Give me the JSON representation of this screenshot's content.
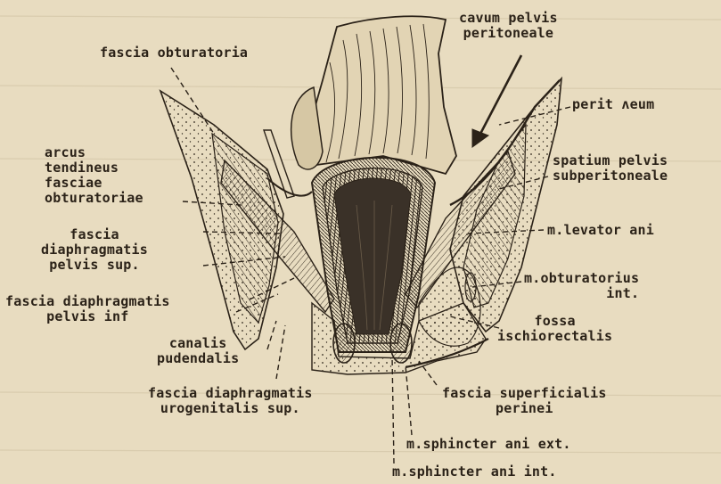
{
  "labels": {
    "fascia_obturatoria": "fascia obturatoria",
    "cavum_pelvis_peritoneale": "cavum pelvis\nperitoneale",
    "peritoneum": "perit ʌeum",
    "arcus_tendineus": "arcus\ntendineus\nfasciae\nobturatoriae",
    "spatium_pelvis": "spatium pelvis\nsubperitoneale",
    "fascia_diaphragmatis_sup": "fascia\ndiaphragmatis\npelvis sup.",
    "m_levator_ani": "m.levator ani",
    "m_obturatorius_int": "m.obturatorius\nint.",
    "fascia_diaphragmatis_inf": "fascia diaphragmatis\npelvis inf",
    "fossa_ischiorectalis": "fossa\nischiorectalis",
    "canalis_pudendalis": "canalis\npudendalis",
    "fascia_diaphragmatis_urogenitalis": "fascia diaphragmatis\nurogenitalis sup.",
    "fascia_superficialis_perinei": "fascia superficialis\nperinei",
    "m_sphincter_ani_ext": "m.sphincter ani ext.",
    "m_sphincter_ani_int": "m.sphincter ani int."
  },
  "colors": {
    "paper": "#e8dcc0",
    "ink": "#2b2218",
    "lumen": "#3a3128"
  }
}
